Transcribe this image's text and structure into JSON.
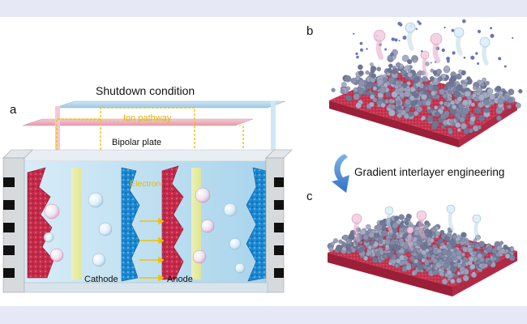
{
  "figure": {
    "panel_a": {
      "letter": "a",
      "title": "Shutdown condition",
      "ion_pathway": "Ion pathway",
      "bipolar_plate": "Bipolar plate",
      "electron_pathway": "Electron pathway",
      "cathode": "Cathode",
      "anode": "Anode"
    },
    "panel_b": {
      "letter": "b"
    },
    "transition": {
      "label": "Gradient interlayer engineering"
    },
    "panel_c": {
      "letter": "c"
    },
    "colors": {
      "substrate": "#c8324e",
      "particles": "#8d93ad",
      "electrolyte": "#bfe3f2",
      "blue_electrode": "#1f8fd6",
      "pathway": "#f2c200"
    }
  }
}
